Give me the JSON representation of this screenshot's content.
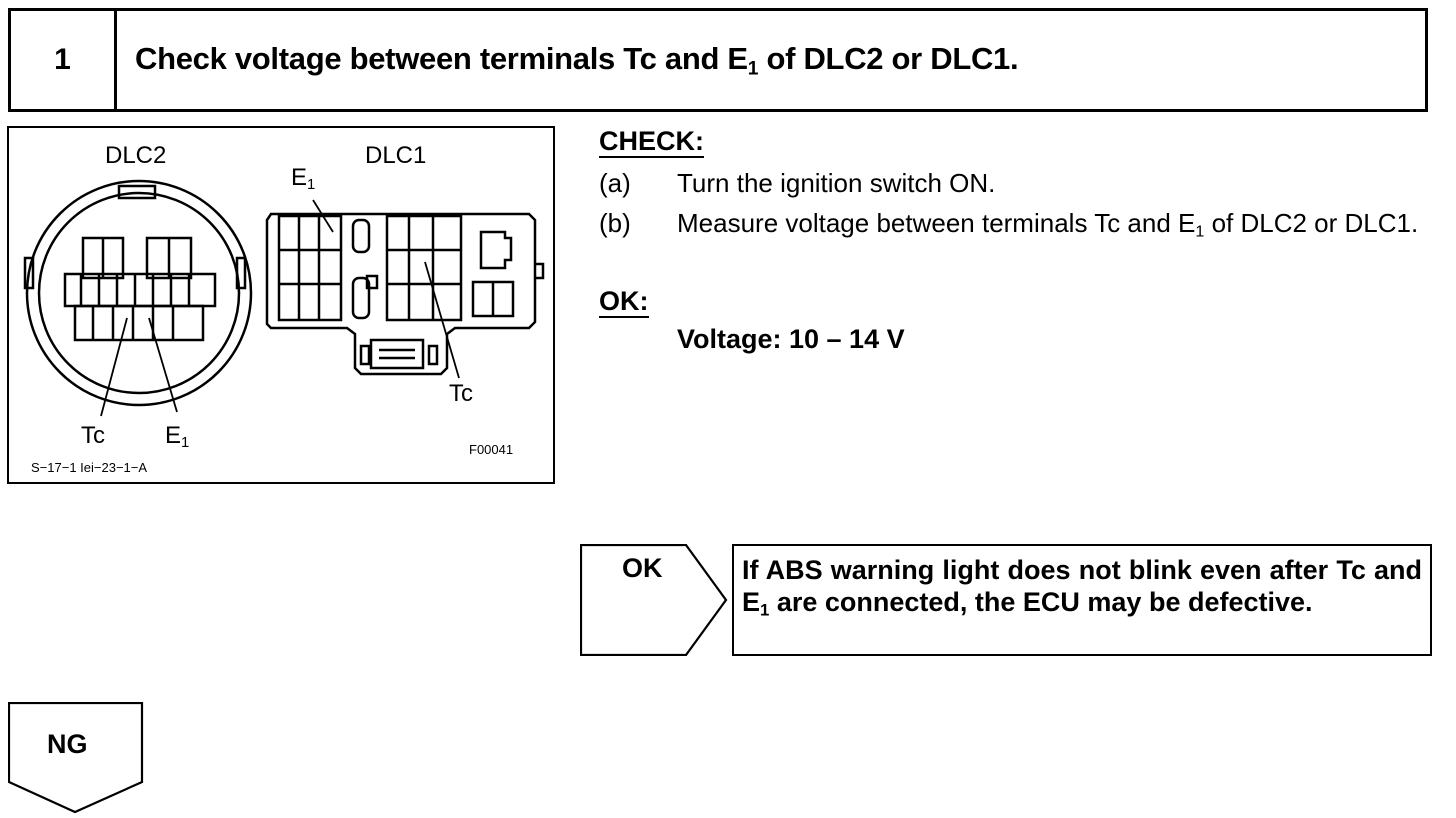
{
  "step": {
    "number": "1",
    "title_pre": "Check voltage between terminals Tc and E",
    "title_sub": "1",
    "title_post": " of DLC2 or DLC1."
  },
  "figure": {
    "dlc2_label": "DLC2",
    "dlc1_label": "DLC1",
    "e1_base": "E",
    "e1_sub": "1",
    "tc_label": "Tc",
    "figure_id": "F00041",
    "ref_code": "S−17−1 Iei−23−1−A"
  },
  "check": {
    "heading": "CHECK:",
    "items": [
      {
        "letter": "(a)",
        "text": "Turn the ignition switch ON."
      },
      {
        "letter": "(b)",
        "text_pre": "Measure voltage between terminals Tc and E",
        "text_sub": "1",
        "text_post": " of DLC2 or DLC1."
      }
    ]
  },
  "ok": {
    "heading": "OK:",
    "value": "Voltage: 10 – 14 V"
  },
  "flow": {
    "ok_label": "OK",
    "ok_result_pre": "If ABS warning light does not blink even after Tc and E",
    "ok_result_sub": "1",
    "ok_result_post": " are connected, the ECU may be defective.",
    "ng_label": "NG"
  }
}
